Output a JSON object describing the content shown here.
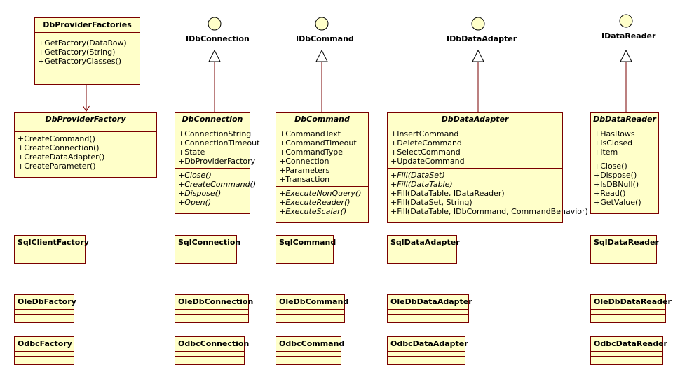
{
  "classes": {
    "factories": {
      "name": "DbProviderFactories",
      "ops": [
        "+GetFactory(DataRow)",
        "+GetFactory(String)",
        "+GetFactoryClasses()"
      ]
    },
    "factory": {
      "name": "DbProviderFactory",
      "ops": [
        "+CreateCommand()",
        "+CreateConnection()",
        "+CreateDataAdapter()",
        "+CreateParameter()"
      ]
    },
    "connection": {
      "name": "DbConnection",
      "attrs": [
        "+ConnectionString",
        "+ConnectionTimeout",
        "+State",
        "+DbProviderFactory"
      ],
      "ops": [
        "+Close()",
        "+CreateCommand()",
        "+Dispose()",
        "+Open()"
      ]
    },
    "command": {
      "name": "DbCommand",
      "attrs": [
        "+CommandText",
        "+CommandTimeout",
        "+CommandType",
        "+Connection",
        "+Parameters",
        "+Transaction"
      ],
      "ops": [
        "+ExecuteNonQuery()",
        "+ExecuteReader()",
        "+ExecuteScalar()"
      ]
    },
    "adapter": {
      "name": "DbDataAdapter",
      "attrs": [
        "+InsertCommand",
        "+DeleteCommand",
        "+SelectCommand",
        "+UpdateCommand"
      ],
      "ops_abstract": [
        "+Fill(DataSet)",
        "+Fill(DataTable)"
      ],
      "ops": [
        "+Fill(DataTable, IDataReader)",
        "+Fill(DataSet, String)",
        "+Fill(DataTable, IDbCommand, CommandBehavior)"
      ]
    },
    "reader": {
      "name": "DbDataReader",
      "attrs": [
        "+HasRows",
        "+IsClosed",
        "+Item"
      ],
      "ops": [
        "+Close()",
        "+Dispose()",
        "+IsDBNull()",
        "+Read()",
        "+GetValue()"
      ]
    }
  },
  "interfaces": {
    "connection": "IDbConnection",
    "command": "IDbCommand",
    "adapter": "IDbDataAdapter",
    "reader": "IDataReader"
  },
  "providers": {
    "sql": [
      "SqlClientFactory",
      "SqlConnection",
      "SqlCommand",
      "SqlDataAdapter",
      "SqlDataReader"
    ],
    "oledb": [
      "OleDbFactory",
      "OleDbConnection",
      "OleDbCommand",
      "OleDbDataAdapter",
      "OleDbDataReader"
    ],
    "odbc": [
      "OdbcFactory",
      "OdbcConnection",
      "OdbcCommand",
      "OdbcDataAdapter",
      "OdbcDataReader"
    ]
  },
  "colors": {
    "fill": "#ffffc9",
    "border": "#7a0000"
  }
}
